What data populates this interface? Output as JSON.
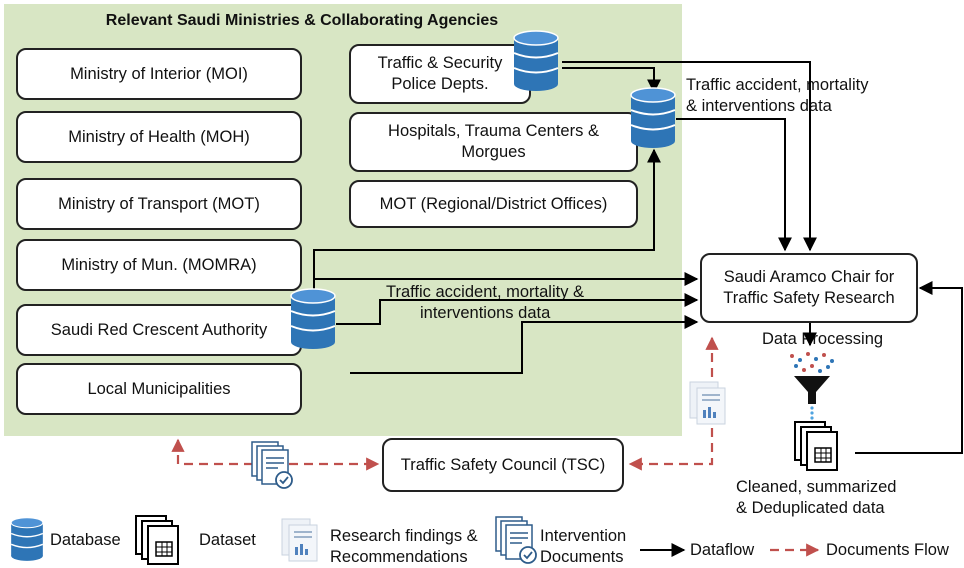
{
  "panel": {
    "title": "Relevant Saudi Ministries & Collaborating Agencies"
  },
  "ministries": [
    {
      "label": "Ministry of Interior (MOI)"
    },
    {
      "label": "Ministry of Health (MOH)"
    },
    {
      "label": "Ministry of Transport (MOT)"
    },
    {
      "label": "Ministry of Mun. (MOMRA)"
    },
    {
      "label": "Saudi Red Crescent Authority"
    },
    {
      "label": "Local Municipalities"
    }
  ],
  "sources": [
    {
      "line1": "Traffic & Security",
      "line2": "Police Depts."
    },
    {
      "line1": "Hospitals, Trauma Centers &",
      "line2": "Morgues"
    },
    {
      "line1": "MOT (Regional/District Offices)"
    }
  ],
  "chair": {
    "line1": "Saudi Aramco Chair for",
    "line2": "Traffic Safety Research"
  },
  "tsc": {
    "label": "Traffic Safety Council (TSC)"
  },
  "labels": {
    "top_flow_1": "Traffic accident, mortality",
    "top_flow_2": "& interventions data",
    "mid_flow_1": "Traffic accident, mortality &",
    "mid_flow_2": "interventions  data",
    "processing": "Data  Processing",
    "cleaned_1": "Cleaned, summarized",
    "cleaned_2": "& Deduplicated data"
  },
  "legend": {
    "database": "Database",
    "dataset": "Dataset",
    "findings_1": "Research findings &",
    "findings_2": "Recommendations",
    "intervention_1": "Intervention",
    "intervention_2": "Documents",
    "dataflow": "Dataflow",
    "docs_flow": "Documents Flow"
  },
  "colors": {
    "panel_bg": "#d8e6c4",
    "database_blue": "#2e75b6",
    "doc_flow_red": "#c0504d",
    "line_black": "#000000"
  },
  "icons": [
    "database-icon",
    "dataset-icon",
    "funnel-icon",
    "research-findings-icon",
    "intervention-documents-icon",
    "arrow-icon",
    "dashed-arrow-icon"
  ]
}
